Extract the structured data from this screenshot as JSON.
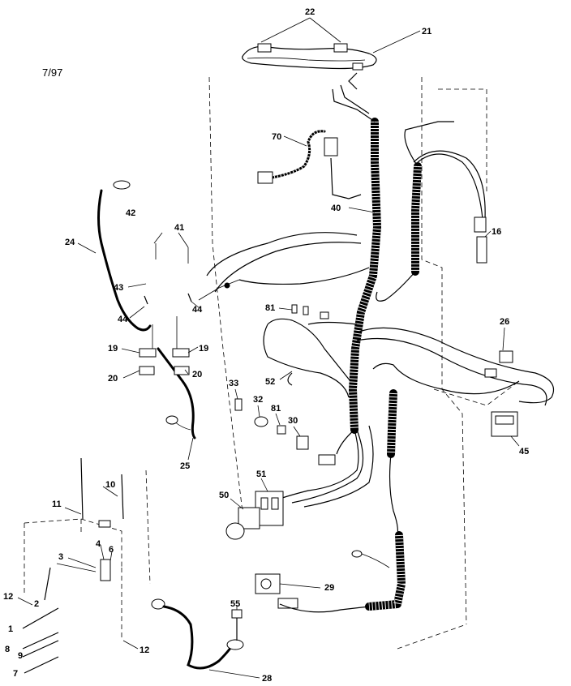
{
  "diagram": {
    "date_code": "7/97",
    "part_labels": [
      "22",
      "21",
      "70",
      "40",
      "16",
      "42",
      "41",
      "24",
      "43",
      "44",
      "44",
      "19",
      "19",
      "20",
      "20",
      "25",
      "26",
      "81",
      "52",
      "33",
      "32",
      "81",
      "30",
      "45",
      "51",
      "50",
      "29",
      "10",
      "11",
      "4",
      "6",
      "3",
      "12",
      "2",
      "1",
      "8",
      "9",
      "7",
      "12",
      "55",
      "28"
    ]
  },
  "colors": {
    "ink": "#000000",
    "paper": "#ffffff"
  }
}
